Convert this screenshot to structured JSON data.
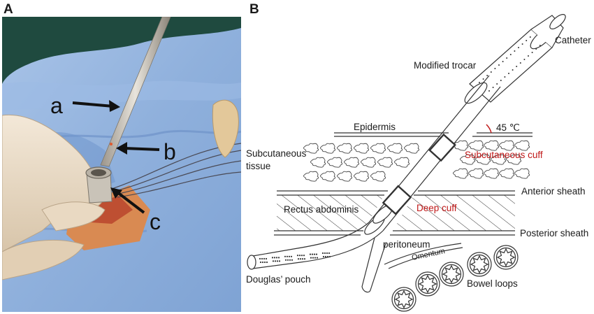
{
  "panel_a": {
    "label": "A",
    "arrow_labels": [
      "a",
      "b",
      "c"
    ]
  },
  "panel_b": {
    "label": "B",
    "labels": {
      "catheter": "Catheter",
      "modified_trocar": "Modified trocar",
      "epidermis": "Epidermis",
      "angle": "45 ℃",
      "subcutaneous_tissue_1": "Subcutaneous",
      "subcutaneous_tissue_2": "tissue",
      "subcutaneous_cuff": "Subcutaneous cuff",
      "anterior_sheath": "Anterior sheath",
      "rectus_abdominis": "Rectus abdominis",
      "deep_cuff": "Deep cuff",
      "posterior_sheath": "Posterior sheath",
      "peritoneum": "peritoneum",
      "omentum": "Omentum",
      "douglas_pouch": "Douglas’ pouch",
      "bowel_loops": "Bowel loops"
    }
  },
  "colors": {
    "drape": "#8fb3de",
    "drape_dark": "#5f86c2",
    "green_cloth": "#1f4a3f",
    "skin_pad": "#d98a52",
    "glove": "#ecdcc6",
    "metal": "#c9c3b8",
    "label_red": "#c01818",
    "line": "#333333"
  }
}
